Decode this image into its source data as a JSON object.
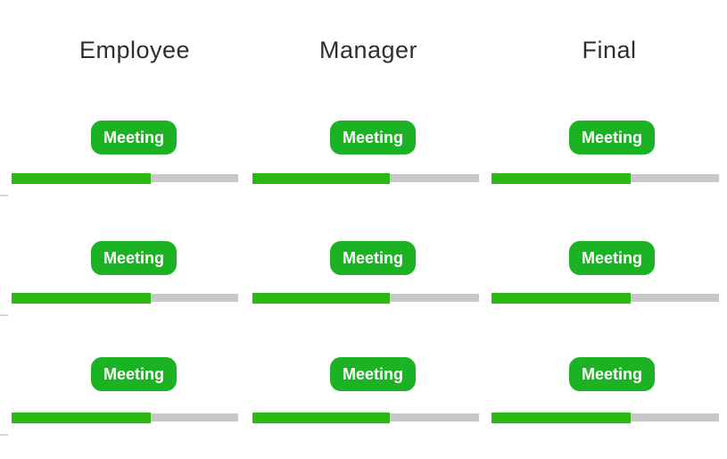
{
  "colors": {
    "page_bg": "#ffffff",
    "badge_green": "#1bb223",
    "bar_green": "#2cb812",
    "track_gray": "#c8c8c8",
    "header_text": "#2e2e2e",
    "badge_text": "#ffffff",
    "edge_line": "#d7d7d7"
  },
  "board": {
    "headers": [
      {
        "label": "Employee"
      },
      {
        "label": "Manager"
      },
      {
        "label": "Final"
      }
    ],
    "rows": [
      {
        "cells": [
          {
            "badge_label": "Meeting",
            "progress_percent": 61.4
          },
          {
            "badge_label": "Meeting",
            "progress_percent": 60.6
          },
          {
            "badge_label": "Meeting",
            "progress_percent": 61.2
          }
        ]
      },
      {
        "cells": [
          {
            "badge_label": "Meeting",
            "progress_percent": 61.4
          },
          {
            "badge_label": "Meeting",
            "progress_percent": 60.6
          },
          {
            "badge_label": "Meeting",
            "progress_percent": 61.2
          }
        ]
      },
      {
        "cells": [
          {
            "badge_label": "Meeting",
            "progress_percent": 61.4
          },
          {
            "badge_label": "Meeting",
            "progress_percent": 60.6
          },
          {
            "badge_label": "Meeting",
            "progress_percent": 61.2
          }
        ]
      }
    ]
  }
}
